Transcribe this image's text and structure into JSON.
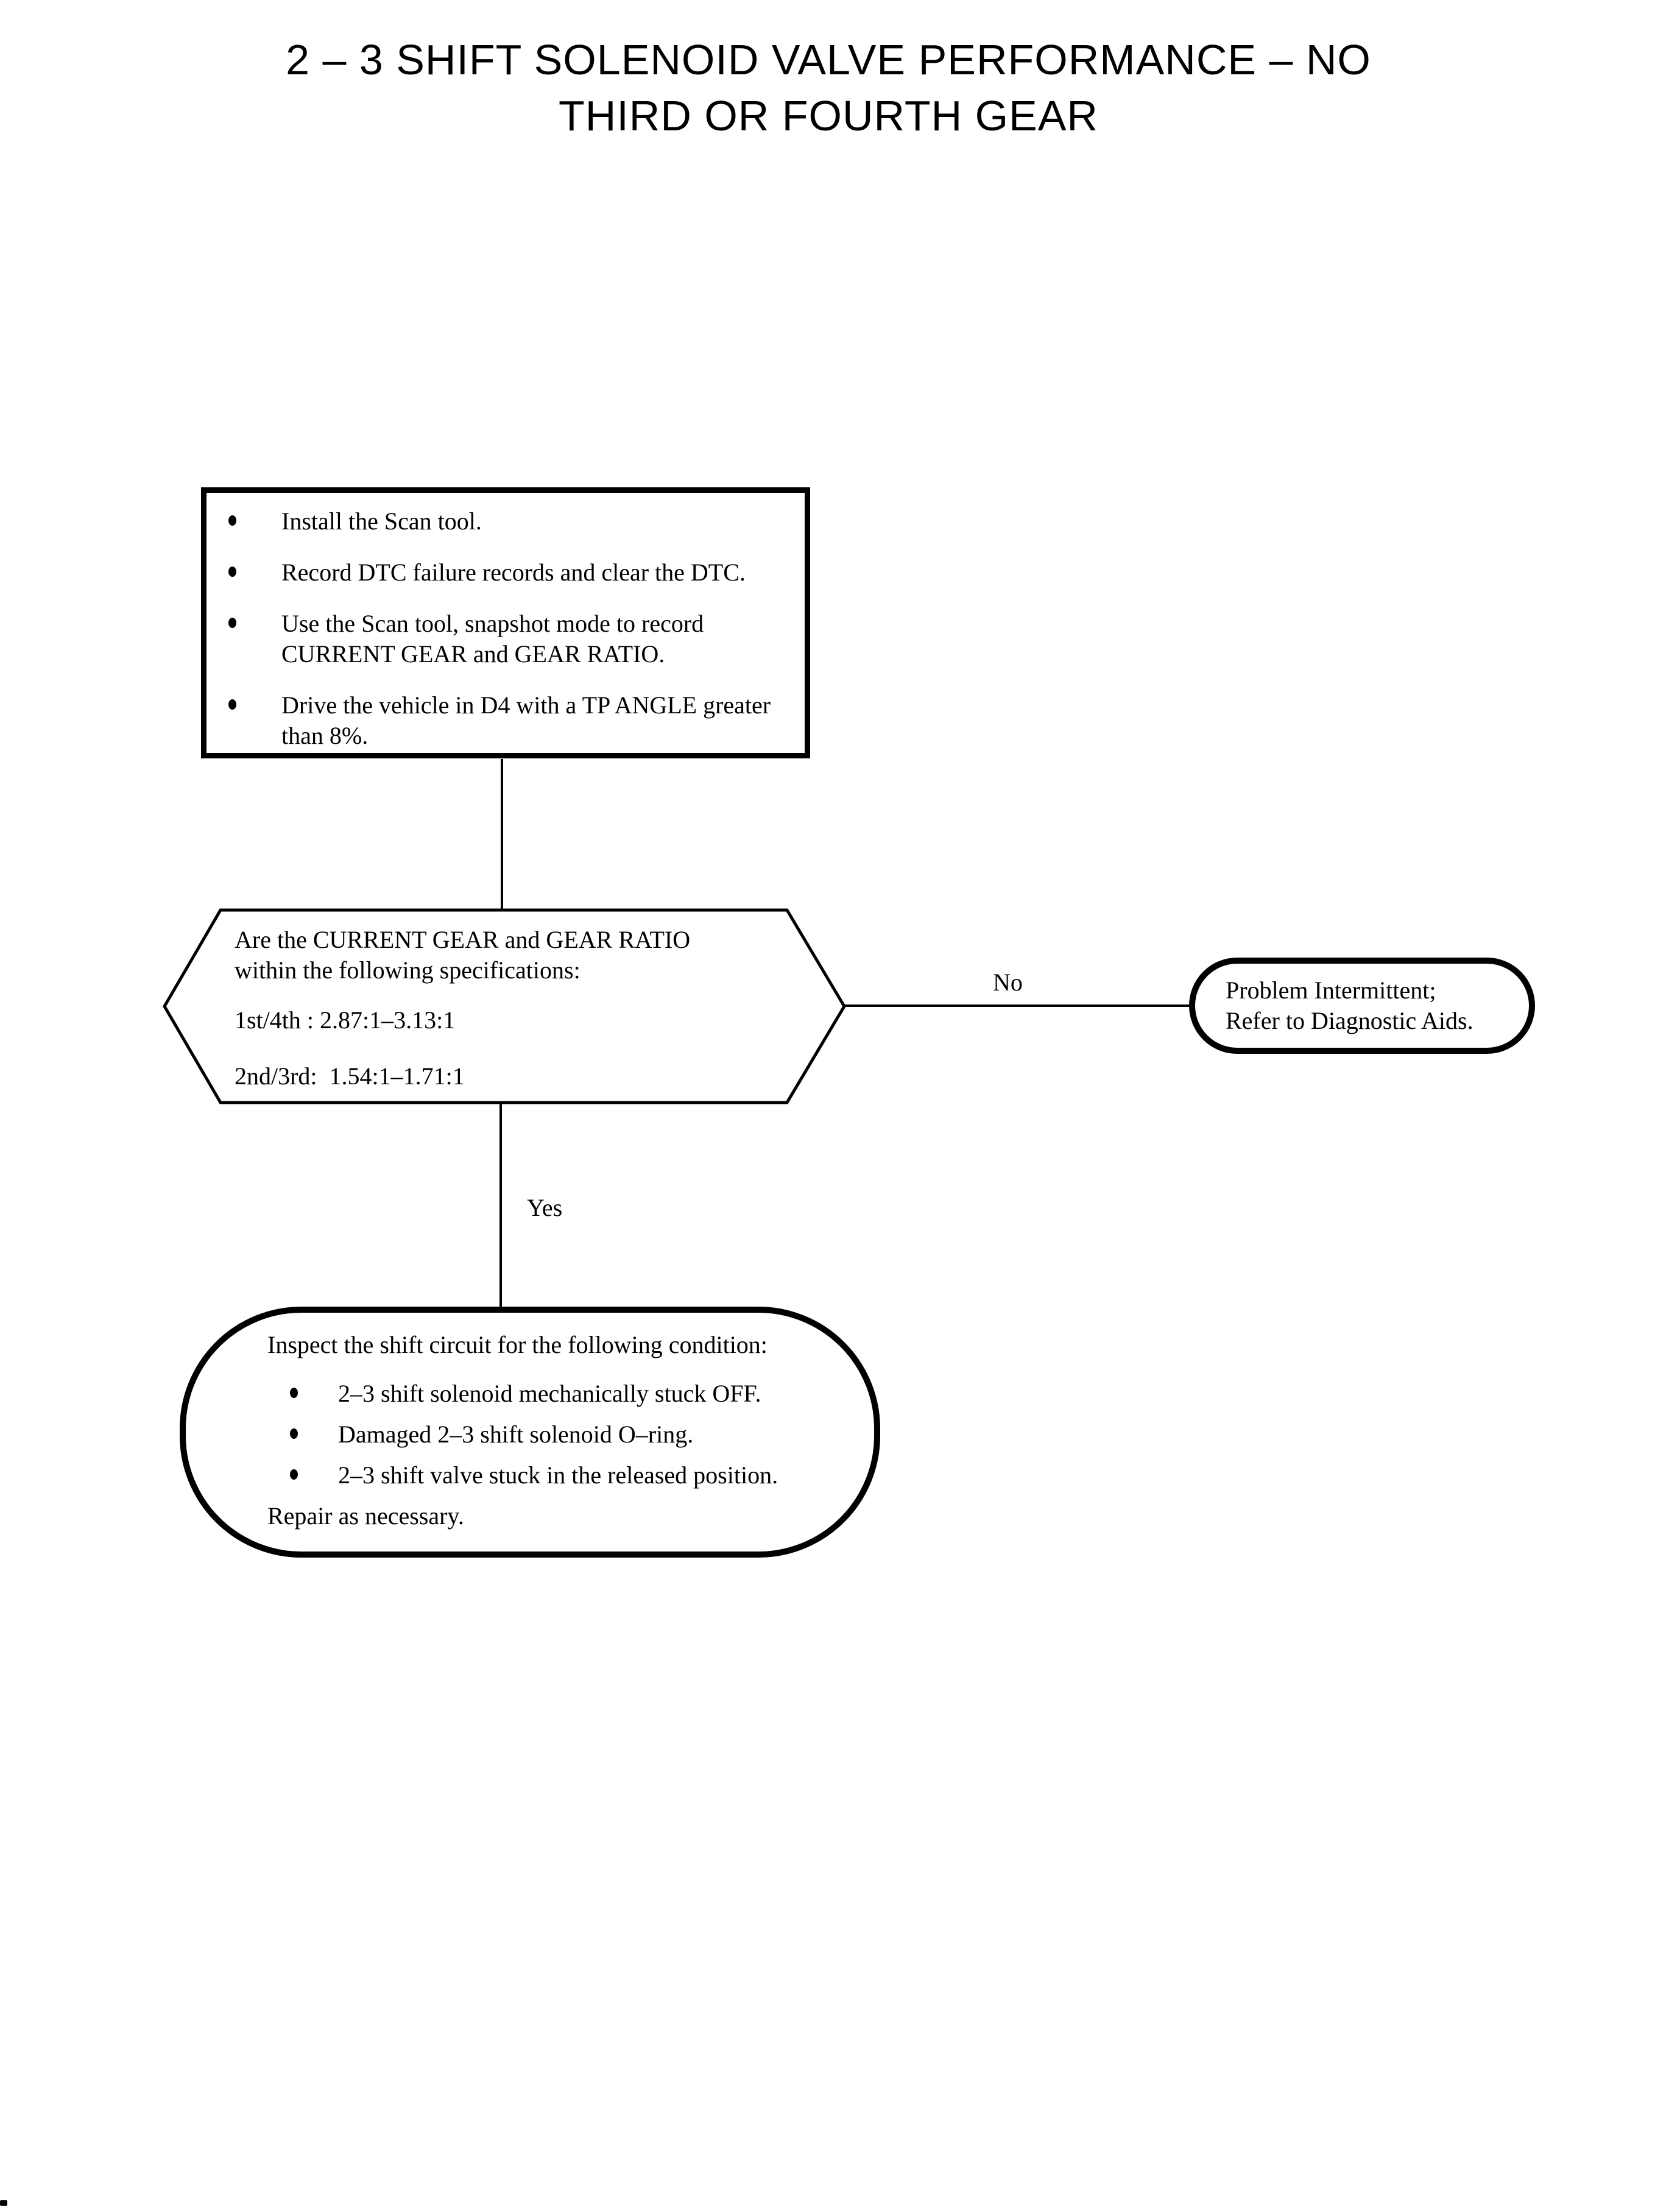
{
  "colors": {
    "ink": "#000000",
    "paper": "#ffffff"
  },
  "title": {
    "line1": "2 – 3 SHIFT SOLENOID VALVE PERFORMANCE – NO",
    "line2": "THIRD OR FOURTH GEAR"
  },
  "step_box": {
    "bullets": [
      "Install the Scan tool.",
      "Record DTC failure records and clear the DTC.",
      "Use the Scan tool, snapshot mode to record CURRENT GEAR and GEAR RATIO.",
      "Drive the vehicle in D4 with a TP ANGLE greater than 8%."
    ]
  },
  "decision": {
    "question_line1": "Are the CURRENT GEAR and GEAR RATIO",
    "question_line2": "within the following specifications:",
    "spec_1st_4th": "1st/4th : 2.87:1–3.13:1",
    "spec_2nd_3rd": "2nd/3rd:  1.54:1–1.71:1"
  },
  "branch_labels": {
    "no": "No",
    "yes": "Yes"
  },
  "no_terminal": {
    "line1": "Problem Intermittent;",
    "line2": "Refer to Diagnostic Aids."
  },
  "yes_action": {
    "heading": "Inspect the shift circuit for the following condition:",
    "bullets": [
      "2–3 shift solenoid mechanically stuck OFF.",
      "Damaged 2–3 shift solenoid O–ring.",
      "2–3 shift valve stuck in the released position."
    ],
    "footer": "Repair as necessary."
  }
}
